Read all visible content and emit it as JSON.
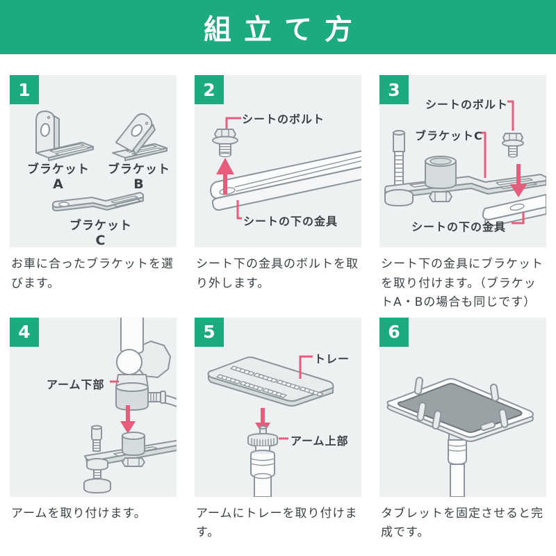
{
  "header": {
    "title": "組立て方"
  },
  "theme": {
    "green": "#1CAB80",
    "pink": "#E75C7B",
    "panel_bg": "#EEF1F1",
    "text": "#3A4145",
    "line": "#8A949A",
    "metal": "#E9ECEC",
    "metal_mid": "#D6DBDD",
    "white": "#FBFCFC",
    "tablet": "#9BA2A6"
  },
  "steps": [
    {
      "number": "1",
      "caption": "お車に合ったブラケットを選びます。",
      "labels": {
        "bracket_a": {
          "line1": "ブラケット",
          "line2": "A"
        },
        "bracket_b": {
          "line1": "ブラケット",
          "line2": "B"
        },
        "bracket_c": {
          "line1": "ブラケット",
          "line2": "C"
        }
      }
    },
    {
      "number": "2",
      "caption": "シート下の金具のボルトを取り外します。",
      "labels": {
        "seat_bolt": "シートのボルト",
        "seat_bracket": "シートの下の金具"
      }
    },
    {
      "number": "3",
      "caption": "シート下の金具にブラケットを取り付けます。（ブラケットA・Bの場合も同じです）",
      "labels": {
        "seat_bolt": "シートのボルト",
        "bracket_c": "ブラケットC",
        "seat_bracket": "シートの下の金具"
      }
    },
    {
      "number": "4",
      "caption": "アームを取り付けます。",
      "labels": {
        "arm_lower": "アーム下部"
      }
    },
    {
      "number": "5",
      "caption": "アームにトレーを取り付けます。",
      "labels": {
        "tray": "トレー",
        "arm_upper": "アーム上部"
      }
    },
    {
      "number": "6",
      "caption": "タブレットを固定させると完成です。",
      "labels": {}
    }
  ]
}
